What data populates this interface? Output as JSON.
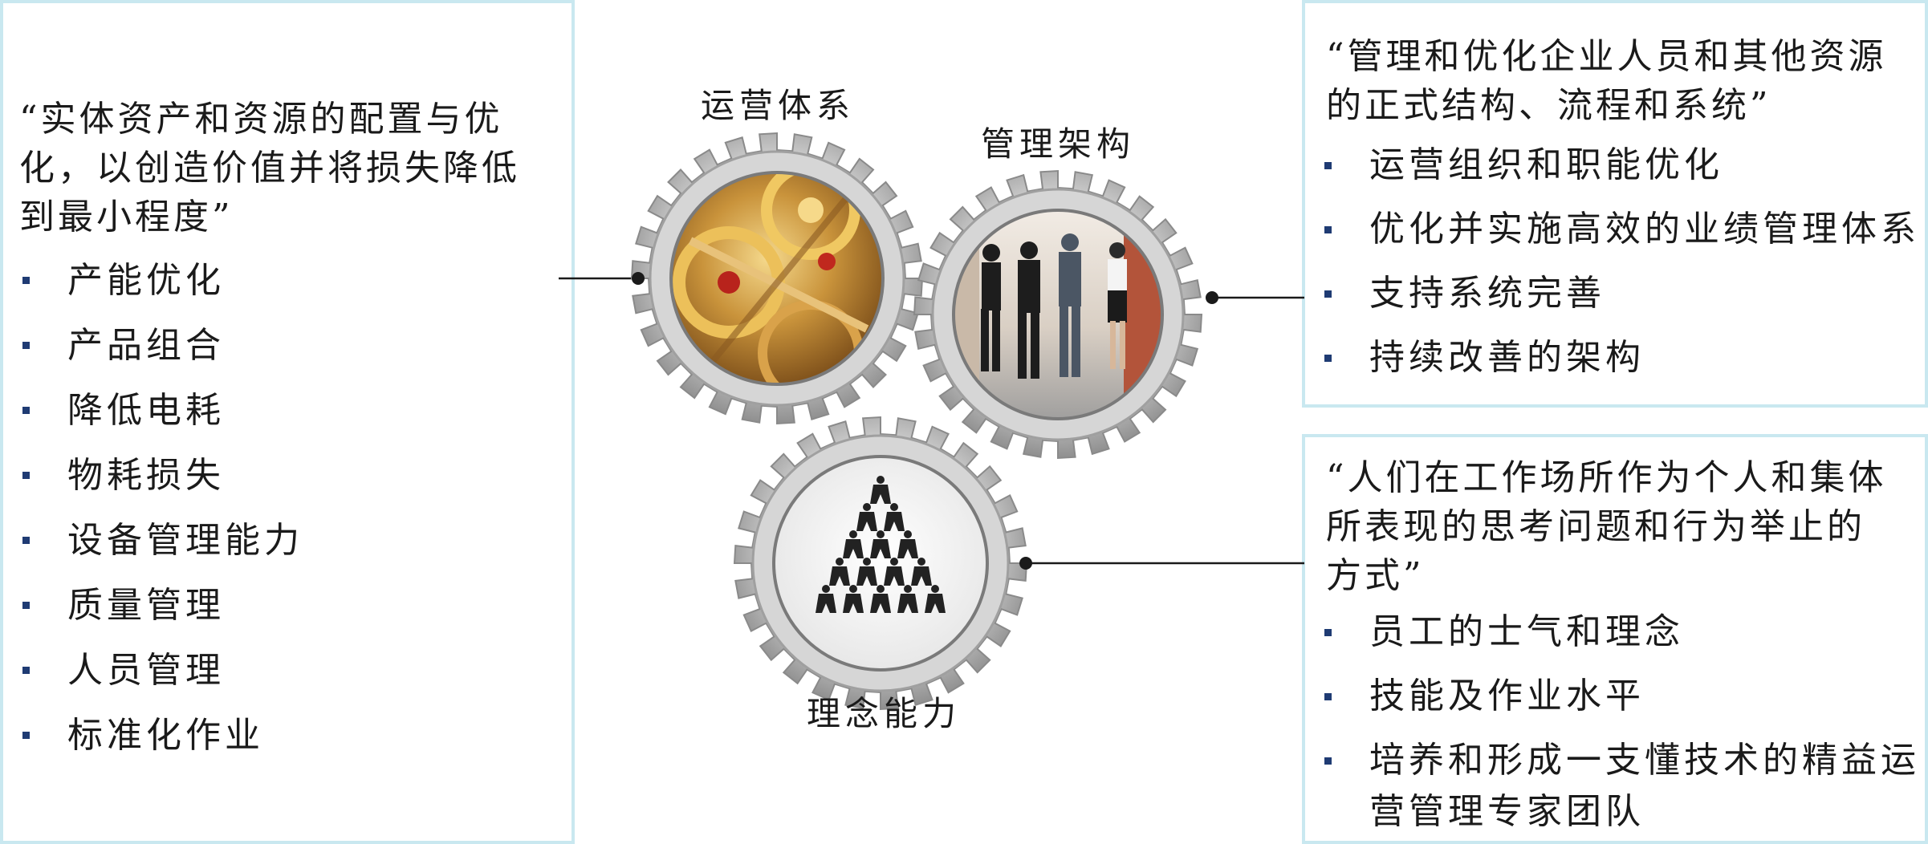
{
  "left": {
    "quote": "“实体资产和资源的配置与优\n化，以创造价值并将损失降低\n到最小程度”",
    "items": [
      "产能优化",
      "产品组合",
      "降低电耗",
      "物耗损失",
      "设备管理能力",
      "质量管理",
      "人员管理",
      "标准化作业"
    ]
  },
  "right_top": {
    "quote": "“管理和优化企业人员和其他资源\n的正式结构、流程和系统”",
    "items": [
      "运营组织和职能优化",
      "优化并实施高效的业绩管理体系",
      "支持系统完善",
      "持续改善的架构"
    ]
  },
  "right_bottom": {
    "quote": "“人们在工作场所作为个人和集体\n所表现的思考问题和行为举止的\n方式”",
    "items": [
      "员工的士气和理念",
      "技能及作业水平",
      "培养和形成一支懂技术的精益运\n营管理专家团队"
    ]
  },
  "gears": {
    "operations": {
      "label": "运营体系",
      "image": "clock-gears-photo"
    },
    "management": {
      "label": "管理架构",
      "image": "business-people-photo"
    },
    "mindset": {
      "label": "理念能力",
      "image": "human-pyramid-photo"
    }
  },
  "colors": {
    "panel_border": "#c9e8f0",
    "bullet": "#1f3b73",
    "gear": "#b8b8b8",
    "connector": "#1a1a1a"
  }
}
